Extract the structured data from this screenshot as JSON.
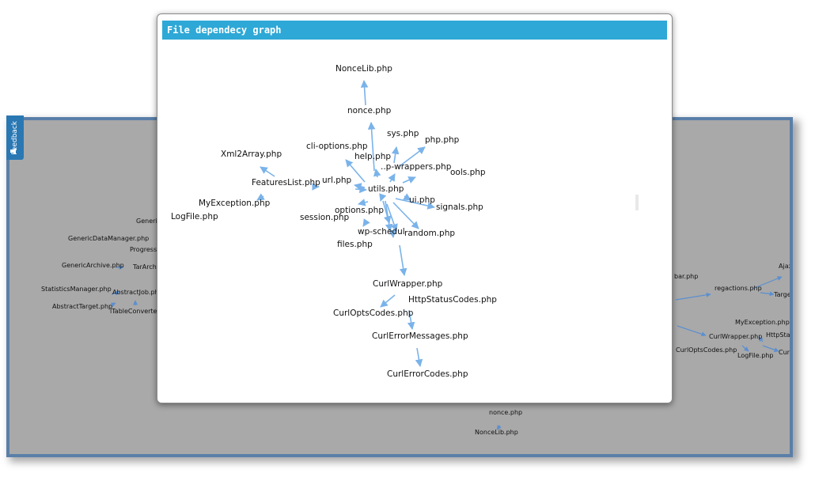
{
  "feedback_tab": {
    "label": "Feedback"
  },
  "modal": {
    "title": "File dependecy graph",
    "nodes": {
      "noncelib": "NonceLib.php",
      "nonce": "nonce.php",
      "sys": "sys.php",
      "php": "php.php",
      "clioptions": "cli-options.php",
      "help": "help.php",
      "wpwrappers": "..p-wrappers.php",
      "xml2array": "Xml2Array.php",
      "ools": "ools.php",
      "featureslist": "FeaturesList.php",
      "url": "url.php",
      "utils": "utils.php",
      "ui": "ui.php",
      "myexception": "MyException.php",
      "signals": "signals.php",
      "options": "options.php",
      "logfile": "LogFile.php",
      "session": "session.php",
      "wpschedul": "wp-schedul",
      "random": "random.php",
      "files": "files.php",
      "curlwrapper": "CurlWrapper.php",
      "httpstatuscodes": "HttpStatusCodes.php",
      "curloptscodes": "CurlOptsCodes.php",
      "curlerrormessages": "CurlErrorMessages.php",
      "curlerrorcodes": "CurlErrorCodes.php"
    }
  },
  "background_graph": {
    "left_labels": {
      "generic": "Generic",
      "genericdatamanager": "GenericDataManager.php",
      "progressm": "ProgressM",
      "genericarchive": "GenericArchive.php",
      "tararchiv": "TarArchiv",
      "statisticsmanager": "StatisticsManager.php",
      "abstractjob": "AbstractJob.php",
      "abstracttarget": "AbstractTarget.php",
      "tableconverter": "lTableConverter."
    },
    "right_labels": {
      "bar": "bar.php",
      "ajaxre": "AjaxRe",
      "regactions": "regactions.php",
      "targetco": "TargetCo",
      "myexception": "MyException.php",
      "httpstatus": "HttpStatus",
      "curlwrapper": "CurlWrapper.php",
      "curlerr": "CurlErr",
      "curloptscodes": "CurlOptsCodes.php",
      "logfile": "LogFile.php"
    },
    "bottom_labels": {
      "nonce": "nonce.php",
      "noncelib": "NonceLib.php"
    }
  },
  "colors": {
    "header": "#2ea8d6",
    "edge": "#7ab3ea",
    "background_panel": "#a9a9a9",
    "panel_border": "#5a7fa8",
    "feedback_tab": "#2a78b3"
  }
}
